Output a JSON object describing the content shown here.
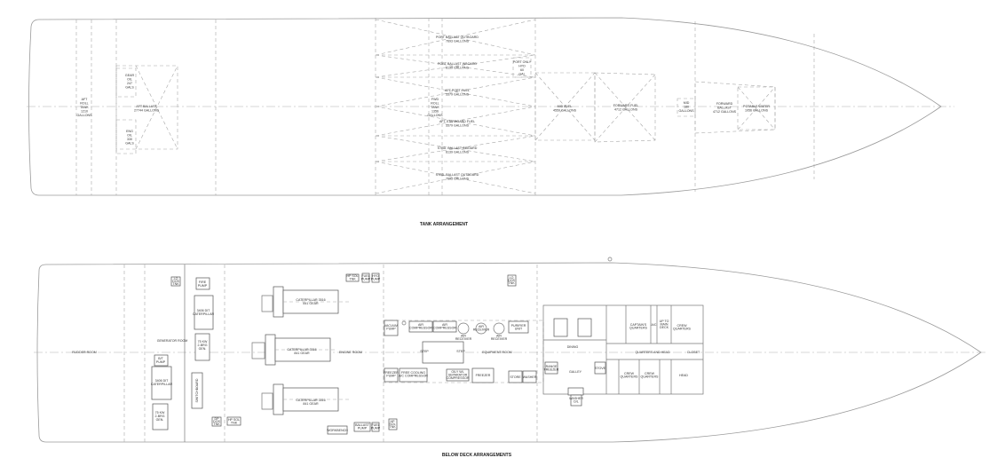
{
  "tank_arrangement": {
    "title": "TANK ARRANGEMENT",
    "aft_roll_tank": [
      "AFT",
      "ROLL",
      "TANK",
      "1210",
      "GALLONS"
    ],
    "gear_oil": [
      "GEAR",
      "OIL",
      "247",
      "GALS"
    ],
    "eng_oil": [
      "ENG",
      "OIL",
      "330",
      "GALS"
    ],
    "aft_ballast": [
      "AFT BALLAST",
      "27744 GALLONS"
    ],
    "port_ballast_outboard": [
      "PORT BALLAST OUTBOARD",
      "7693 GALLONS"
    ],
    "port_ballast_inboard": [
      "PORT BALLAST INBOARD",
      "6139 GALLONS"
    ],
    "port_only_oil": [
      "PORT ONLY",
      "HYD",
      "60",
      "GAL"
    ],
    "aft_port_fuel": [
      "AFT PORT FUEL",
      "5579 GALLONS"
    ],
    "fwd_roll_tank": [
      "FWD",
      "ROLL",
      "TANK",
      "1356",
      "GALLONS"
    ],
    "aft_starboard_fuel": [
      "AFT STARBOARD FUEL",
      "5579 GALLONS"
    ],
    "stbd_ballast_inboard": [
      "STBD. BALLAST INBOARD",
      "6139 GALLONS"
    ],
    "stbd_ballast_outboard": [
      "STBD. BALLAST OUTBOARD",
      "7693 GALLONS"
    ],
    "mid_fuel": [
      "MID FUEL",
      "4559 GALLONS"
    ],
    "forward_fuel": [
      "FORWARD FUEL",
      "4712 GALLONS"
    ],
    "mid_tank": [
      "MID",
      "180",
      "GALLONS"
    ],
    "forward_ballast": [
      "FORWARD",
      "BALLAST",
      "4712 GALLONS"
    ],
    "potable_water": [
      "POTABLE WATER",
      "1056 GALLONS"
    ]
  },
  "below_deck": {
    "title": "BELOW DECK ARRANGEMENTS",
    "rooms": {
      "rudder": "RUDDER ROOM",
      "generator": "GENERATOR ROOM",
      "engine": "ENGINE ROOM",
      "equipment": "EQUIPMENT ROOM",
      "quarters": "QUARTERS AND HEAD",
      "dining": "DINING",
      "galley": "GALLEY",
      "head": "HEAD"
    },
    "gen_top": [
      "3406 DIT",
      "CATERPILLAR"
    ],
    "gen_top_kw": [
      "75 KW",
      "2-BRG",
      "GEN."
    ],
    "fire_pump": [
      "FIRE",
      "PUMP"
    ],
    "bt_pump": [
      "B/T",
      "PUMP"
    ],
    "gen_bot": [
      "3406 DIT",
      "CATERPILLAR"
    ],
    "gen_bot_kw": [
      "75 KW",
      "2-BRG",
      "GEN."
    ],
    "switchboard": "SWITCHBOARD",
    "engine_1": [
      "CATERPILLAR 3516",
      "841 GEAR"
    ],
    "engine_2": [
      "CATERPILLAR 3516",
      "841 GEAR"
    ],
    "engine_3": [
      "CATERPILLAR 3516",
      "841 GEAR"
    ],
    "small": {
      "dir": [
        "DP",
        "DOS",
        "TNK"
      ],
      "lube": [
        "LO",
        "DOS",
        "TNK"
      ],
      "hp_tank": [
        "HP",
        "SOL",
        "TNK"
      ],
      "hp_sol_tank": [
        "HP SOL",
        "TNK"
      ],
      "ballast_pump": [
        "BALLAST",
        "PUMP"
      ],
      "fuel_pump": [
        "FUEL",
        "PUMP"
      ],
      "fuel_pump_top": [
        "FUEL",
        "PUMP"
      ],
      "hyd_pump": [
        "HYD",
        "PUMP"
      ],
      "hp_sol_top": [
        "HP SOL",
        "TNK"
      ],
      "fwd_tank": [
        "LO",
        "DOS",
        "TNK"
      ],
      "fwd_tank_b": [
        "LO",
        "DOS",
        "TNK"
      ],
      "workbench": "WORKBENCH"
    },
    "equipment": {
      "vacuum_pump": [
        "VACUUM",
        "PUMP"
      ],
      "air_comp_1": [
        "AIR",
        "COMPRESSOR"
      ],
      "air_comp_2": [
        "AIR",
        "COMPRESSOR"
      ],
      "rec_1": [
        "AIR",
        "RECEIVER"
      ],
      "rec_2": [
        "AIR",
        "RECEIVER"
      ],
      "rec_3": [
        "AIR",
        "RECEIVER"
      ],
      "purifier": [
        "PURIFIER",
        "UNIT"
      ],
      "freezer_pump": [
        "FREEZER",
        "PUMP"
      ],
      "ac_comp": [
        "FREE COOLING",
        "A/C COMPRESSOR"
      ],
      "oil_sep": [
        "OILY WL",
        "SEPARATOR",
        "COMPRESSOR"
      ],
      "freezer": "FREEZER",
      "stor_1": "STORE",
      "stor_2": "WASHER",
      "step_1": "STEP",
      "step_2": "STEP"
    },
    "quarters": {
      "captain": [
        "CAPTAIN'S",
        "QUARTERS"
      ],
      "ac": "A/C",
      "crew_fwd": [
        "CREW",
        "QUARTERS"
      ],
      "stairs": [
        "UP TO",
        "MAIN",
        "DECK"
      ],
      "crew_1": [
        "CREW",
        "QUARTERS"
      ],
      "crew_2": [
        "CREW",
        "QUARTERS"
      ],
      "closet": "CLOSET",
      "range": [
        "RANGE",
        "FREEZER"
      ],
      "stove": "STOVE",
      "washer": [
        "WASHER",
        "D/L"
      ]
    }
  }
}
